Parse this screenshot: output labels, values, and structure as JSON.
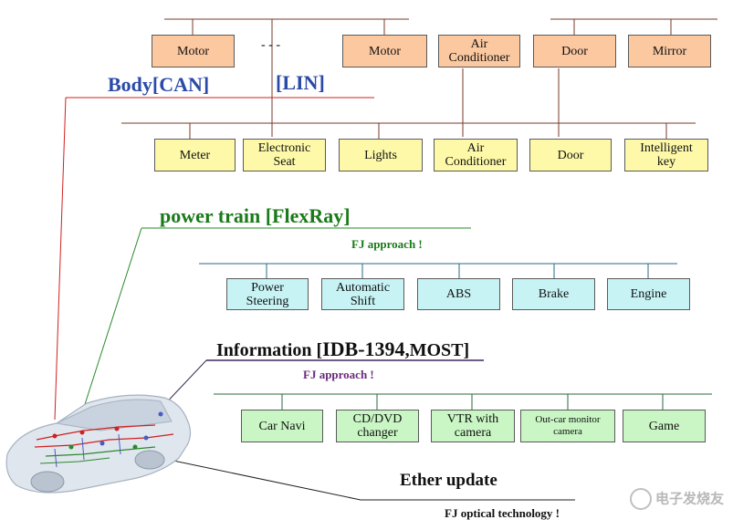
{
  "body_bus": {
    "top_nodes": [
      {
        "id": "motor-1",
        "label": "Motor"
      },
      {
        "id": "motor-2",
        "label": "Motor"
      },
      {
        "id": "air-conditioner-top",
        "label": "Air\nConditioner"
      },
      {
        "id": "door-top",
        "label": "Door"
      },
      {
        "id": "mirror",
        "label": "Mirror"
      }
    ],
    "ellipsis": "- - -",
    "title_body": "Body[CAN]",
    "title_lin": "[LIN]",
    "bottom_nodes": [
      {
        "id": "meter",
        "label": "Meter"
      },
      {
        "id": "electronic-seat",
        "label": "Electronic\nSeat"
      },
      {
        "id": "lights",
        "label": "Lights"
      },
      {
        "id": "air-conditioner",
        "label": "Air\nConditioner"
      },
      {
        "id": "door",
        "label": "Door"
      },
      {
        "id": "intelligent-key",
        "label": "Intelligent\nkey"
      }
    ]
  },
  "power_train": {
    "title": "power train [FlexRay]",
    "approach": "FJ approach !",
    "nodes": [
      {
        "id": "power-steering",
        "label": "Power\nSteering"
      },
      {
        "id": "automatic-shift",
        "label": "Automatic\nShift"
      },
      {
        "id": "abs",
        "label": "ABS"
      },
      {
        "id": "brake",
        "label": "Brake"
      },
      {
        "id": "engine",
        "label": "Engine"
      }
    ]
  },
  "information": {
    "title_prefix": "Information [",
    "title_main": "IDB-1394",
    "title_suffix": ",MOST]",
    "approach": "FJ approach !",
    "nodes": [
      {
        "id": "car-navi",
        "label": "Car Navi"
      },
      {
        "id": "cd-dvd-changer",
        "label": "CD/DVD\nchanger"
      },
      {
        "id": "vtr-with-camera",
        "label": "VTR with\ncamera"
      },
      {
        "id": "out-car-monitor-camera",
        "label": "Out-car monitor\ncamera"
      },
      {
        "id": "game",
        "label": "Game"
      }
    ]
  },
  "ether": {
    "title": "Ether update",
    "subtitle": "FJ optical technology !"
  },
  "watermark": "电子发烧友",
  "colors": {
    "orange_box": "#fbc8a0",
    "yellow_box": "#fdf9a8",
    "cyan_box": "#c7f3f5",
    "green_box": "#c9f6c4",
    "body_title": "#2a4aa8",
    "power_train_title": "#1a7a1a",
    "info_approach": "#6a2a7a",
    "red_line": "#d02020",
    "green_line": "#2a8a2a",
    "purple_line": "#5a2a7a"
  }
}
